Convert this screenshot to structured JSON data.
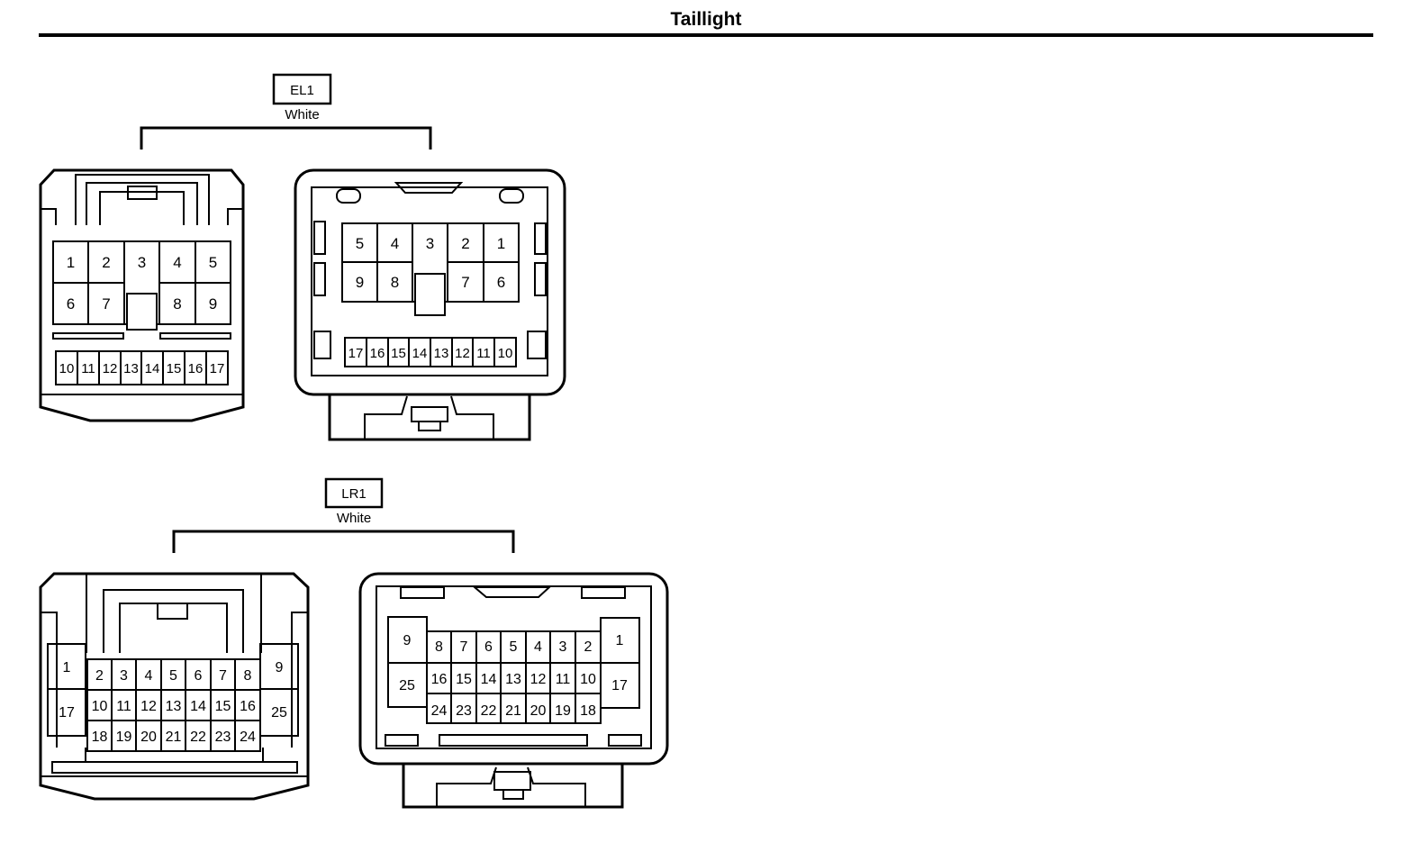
{
  "title": "Taillight",
  "connectors": [
    {
      "code": "EL1",
      "color": "White",
      "left_view": {
        "top_row": [
          "1",
          "2",
          "3",
          "4",
          "5"
        ],
        "mid_row": [
          "6",
          "7",
          "8",
          "9"
        ],
        "bottom_row": [
          "10",
          "11",
          "12",
          "13",
          "14",
          "15",
          "16",
          "17"
        ]
      },
      "right_view": {
        "top_row": [
          "5",
          "4",
          "3",
          "2",
          "1"
        ],
        "mid_row": [
          "9",
          "8",
          "7",
          "6"
        ],
        "bottom_row": [
          "17",
          "16",
          "15",
          "14",
          "13",
          "12",
          "11",
          "10"
        ]
      }
    },
    {
      "code": "LR1",
      "color": "White",
      "left_view": {
        "left_col": [
          "1",
          "17"
        ],
        "row1": [
          "2",
          "3",
          "4",
          "5",
          "6",
          "7",
          "8"
        ],
        "row2": [
          "10",
          "11",
          "12",
          "13",
          "14",
          "15",
          "16"
        ],
        "row3": [
          "18",
          "19",
          "20",
          "21",
          "22",
          "23",
          "24"
        ],
        "right_col": [
          "9",
          "25"
        ]
      },
      "right_view": {
        "left_col": [
          "9",
          "25"
        ],
        "row1": [
          "8",
          "7",
          "6",
          "5",
          "4",
          "3",
          "2"
        ],
        "row2": [
          "16",
          "15",
          "14",
          "13",
          "12",
          "11",
          "10"
        ],
        "row3": [
          "24",
          "23",
          "22",
          "21",
          "20",
          "19",
          "18"
        ],
        "right_col": [
          "1",
          "17"
        ]
      }
    }
  ]
}
